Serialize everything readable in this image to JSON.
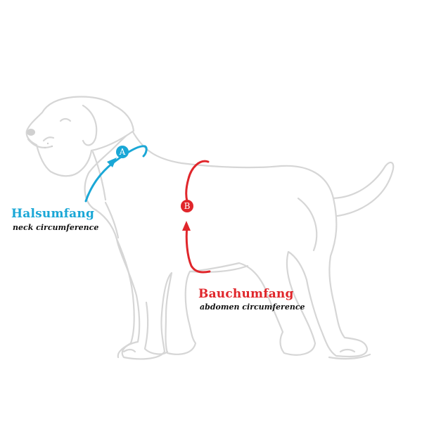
{
  "neck": {
    "marker": "A",
    "title": "Halsumfang",
    "subtitle": "neck circumference",
    "color": "#1aa7d6"
  },
  "abdomen": {
    "marker": "B",
    "title": "Bauchumfang",
    "subtitle": "abdomen circumference",
    "color": "#e0262b"
  },
  "outline_color": "#d6d6d6",
  "icons": {
    "dog": "dog-outline-icon"
  }
}
